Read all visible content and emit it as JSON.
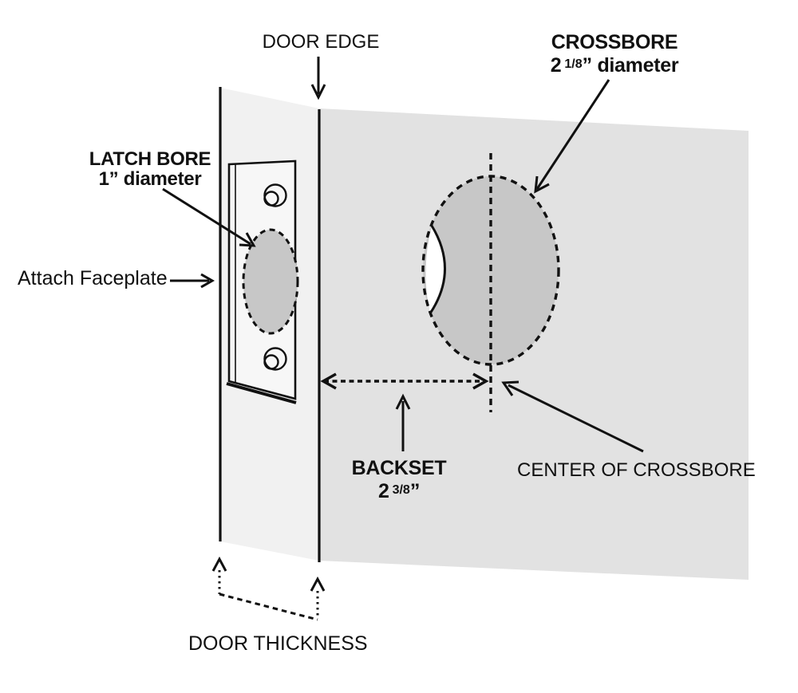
{
  "labels": {
    "door_edge": "DOOR EDGE",
    "crossbore": {
      "title": "CROSSBORE",
      "size_whole": "2",
      "size_fraction": "1/8",
      "size_rest": "” diameter"
    },
    "latch_bore": {
      "title": "LATCH BORE",
      "size": "1” diameter"
    },
    "attach_faceplate": "Attach Faceplate",
    "backset": {
      "title": "BACKSET",
      "size_whole": "2",
      "size_fraction": "3/8",
      "size_rest": "”"
    },
    "center_of_crossbore": "CENTER OF CROSSBORE",
    "door_thickness": "DOOR THICKNESS"
  },
  "colors": {
    "background": "#ffffff",
    "line": "#111111",
    "door_edge_face": "#f1f1f1",
    "door_face": "#e2e2e2",
    "bore_fill": "#c7c7c7",
    "plate_fill": "#f7f7f7"
  }
}
